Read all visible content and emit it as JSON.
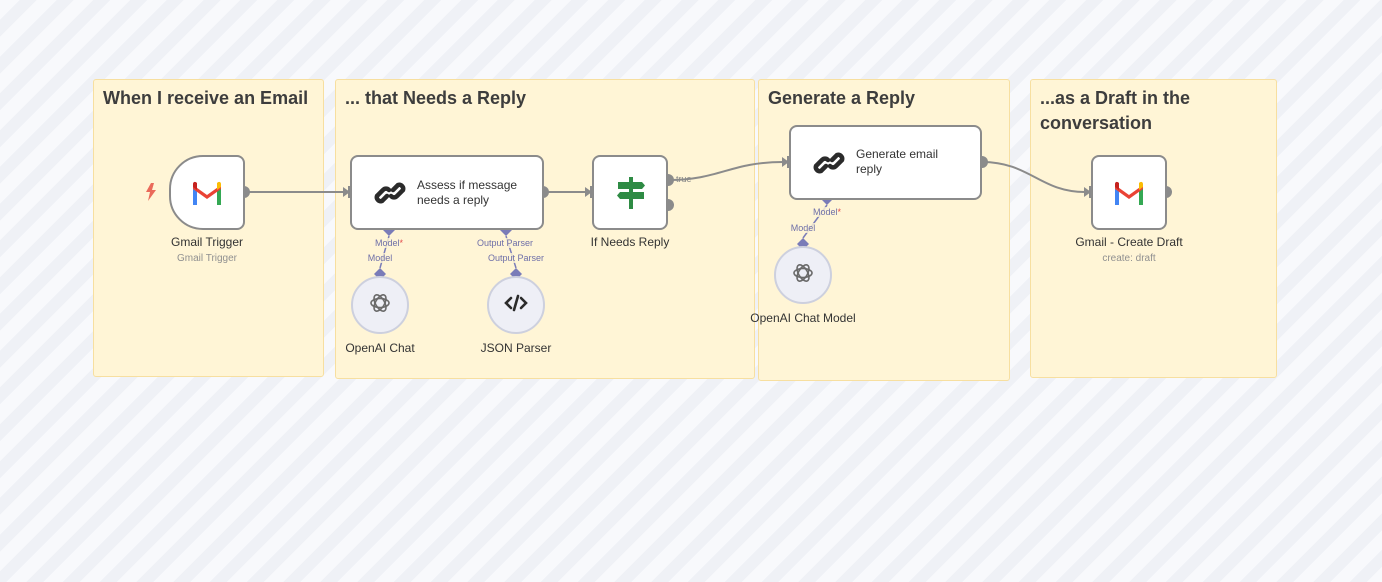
{
  "stickies": [
    {
      "title": "When I receive an Email"
    },
    {
      "title": "... that Needs a Reply"
    },
    {
      "title": "Generate a Reply"
    },
    {
      "title": "...as a Draft in the conversation"
    }
  ],
  "nodes": {
    "gmail_trigger": {
      "label": "Gmail Trigger",
      "subtitle": "Gmail Trigger",
      "icon": "gmail-icon"
    },
    "assess": {
      "label": "Assess if message needs a reply",
      "icon": "chain-link-icon"
    },
    "openai_chat": {
      "label": "OpenAI Chat",
      "icon": "openai-icon"
    },
    "json_parser": {
      "label": "JSON Parser",
      "icon": "code-icon"
    },
    "if_needs_reply": {
      "label": "If Needs Reply",
      "icon": "signpost-icon",
      "output_true": "true"
    },
    "generate": {
      "label": "Generate email reply",
      "icon": "chain-link-icon"
    },
    "openai_chat_model": {
      "label": "OpenAI Chat Model",
      "icon": "openai-icon"
    },
    "gmail_create_draft": {
      "label": "Gmail - Create Draft",
      "subtitle": "create: draft",
      "icon": "gmail-icon"
    }
  },
  "ports": {
    "assess_model": "Model",
    "assess_model_required": "*",
    "assess_parser": "Output Parser",
    "openai_chat_port": "Model",
    "json_parser_port": "Output Parser",
    "generate_model": "Model",
    "generate_model_required": "*",
    "openai_chat_model_port": "Model"
  },
  "colors": {
    "sticky_bg": "#fff5d6",
    "port_purple": "#7a7cb8",
    "edge_gray": "#8b8b8b",
    "trigger_bolt": "#ea6a5a",
    "if_green": "#2e8b44"
  }
}
